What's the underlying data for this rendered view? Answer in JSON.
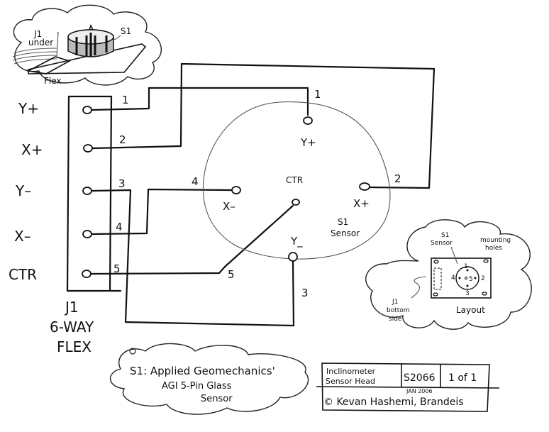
{
  "sketch": {
    "s1_label": "S1",
    "j1_under_line1": "J1",
    "j1_under_line2": "under",
    "flex_label": "Flex"
  },
  "connector": {
    "name": "J1",
    "type_line1": "6-WAY",
    "type_line2": "FLEX",
    "pins": [
      {
        "label": "Y+",
        "wire": "1"
      },
      {
        "label": "X+",
        "wire": "2"
      },
      {
        "label": "Y–",
        "wire": "3"
      },
      {
        "label": "X–",
        "wire": "4"
      },
      {
        "label": "CTR",
        "wire": "5"
      }
    ]
  },
  "sensor": {
    "name_line1": "S1",
    "name_line2": "Sensor",
    "pins": {
      "yplus": {
        "label": "Y+",
        "wire": "1"
      },
      "xplus": {
        "label": "X+",
        "wire": "2"
      },
      "yminus": {
        "label": "Y_",
        "wire": "3"
      },
      "xminus": {
        "label": "X–",
        "wire": "4"
      },
      "ctr": {
        "label": "CTR",
        "wire": "5"
      }
    }
  },
  "layout_inset": {
    "title": "Layout",
    "s1_line1": "S1",
    "s1_line2": "Sensor",
    "mount_line1": "mounting",
    "mount_line2": "holes",
    "j1_line1": "J1",
    "j1_line2": "bottom",
    "j1_line3": "side",
    "pin_numbers": [
      "1",
      "2",
      "3",
      "4",
      "5"
    ]
  },
  "note": {
    "line1": "S1: Applied Geomechanics'",
    "line2": "AGI 5-Pin Glass",
    "line3": "Sensor"
  },
  "title_block": {
    "title_line1": "Inclinometer",
    "title_line2": "Sensor Head",
    "drawing_number": "S2066",
    "sheet": "1 of 1",
    "date": "JAN 2006",
    "author": "© Kevan Hashemi, Brandeis"
  }
}
